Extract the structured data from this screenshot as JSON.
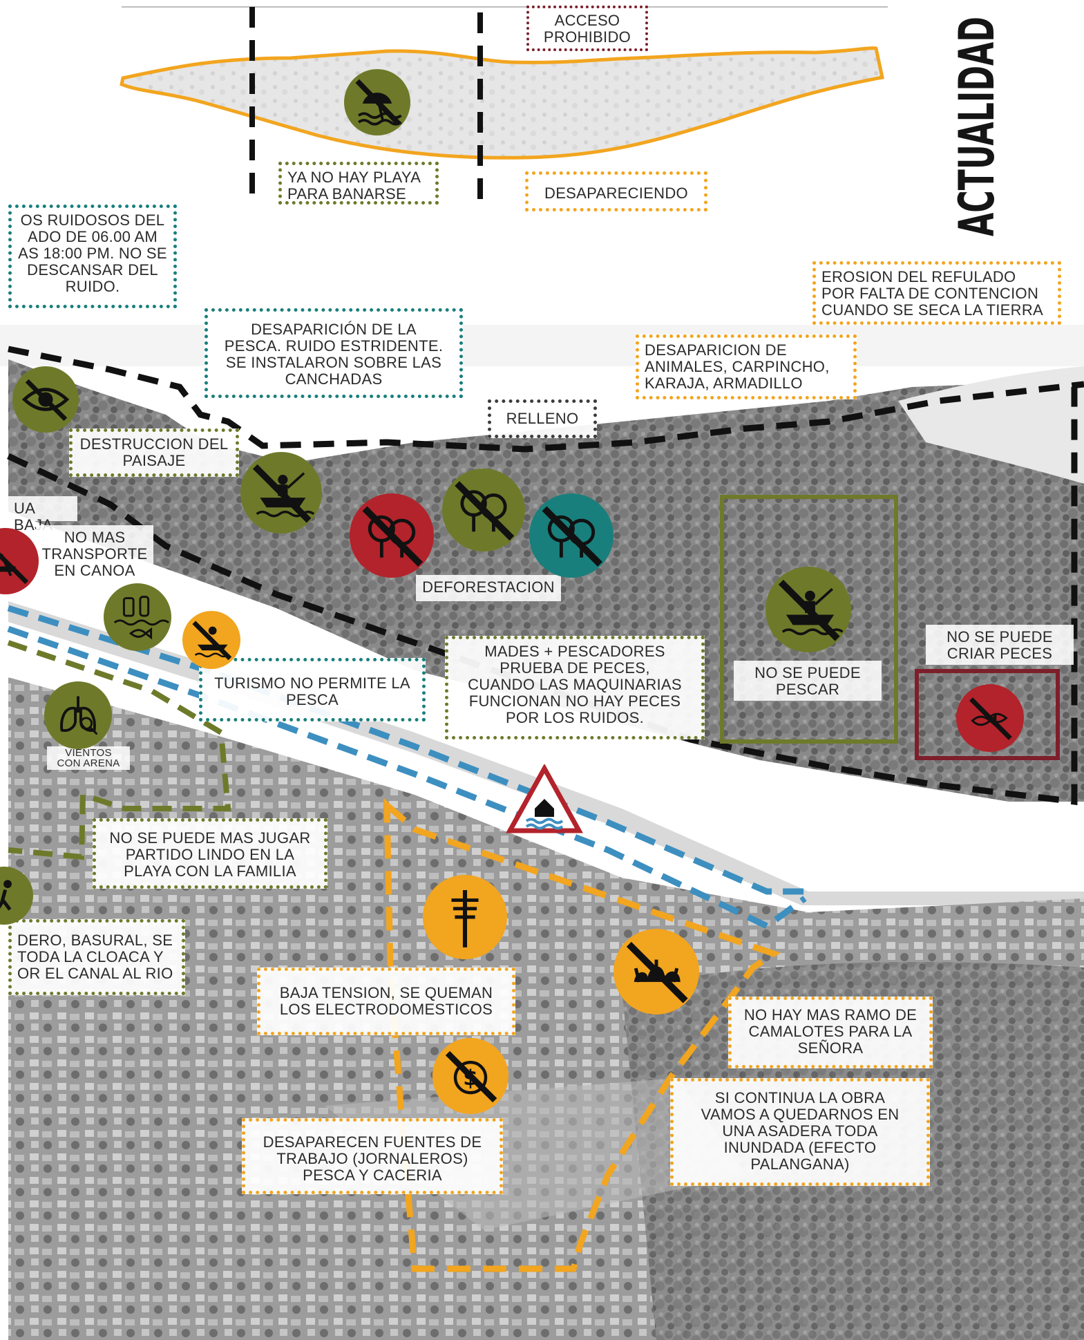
{
  "title": "ACTUALIDAD",
  "colors": {
    "olive": "#6e7a2a",
    "orange": "#f2a51f",
    "red": "#b3232b",
    "teal": "#197f7c",
    "dark_red": "#7d1f2a",
    "river_blue": "#3d8fc0",
    "black": "#111111"
  },
  "labels": {
    "acceso_prohibido": "ACCESO\nPROHIBIDO",
    "no_playa": "YA NO HAY PLAYA\nPARA BANARSE",
    "desapareciendo": "DESAPARECIENDO",
    "ruidosos": "OS RUIDOSOS DEL\nADO DE 06.00 AM\nAS 18:00 PM. NO SE\nDESCANSAR DEL\nRUIDO.",
    "erosion": "EROSION DEL REFULADO\nPOR FALTA DE CONTENCION\nCUANDO SE SECA LA TIERRA",
    "pesca_ruido": "DESAPARICIÓN DE LA\nPESCA. RUIDO ESTRIDENTE.\nSE INSTALARON SOBRE LAS\nCANCHADAS",
    "animales": "DESAPARICION DE\nANIMALES, CARPINCHO,\nKARAJA, ARMADILLO",
    "relleno": "RELLENO",
    "paisaje": "DESTRUCCION DEL\nPAISAJE",
    "ua_baja": "UA BAJA",
    "canoa": "NO MAS\nTRANSPORTE\nEN CANOA",
    "deforestacion": "DEFORESTACION",
    "mades": "MADES + PESCADORES\nPRUEBA DE PECES,\nCUANDO LAS MAQUINARIAS\nFUNCIONAN NO HAY PECES\nPOR LOS RUIDOS.",
    "no_pescar": "NO SE PUEDE\nPESCAR",
    "criar_peces": "NO SE PUEDE\nCRIAR PECES",
    "turismo": "TURISMO NO PERMITE LA\nPESCA",
    "vientos": "VIENTOS\nCON ARENA",
    "jugar": "NO SE PUEDE MAS JUGAR\nPARTIDO LINDO EN LA\nPLAYA CON LA FAMILIA",
    "basural": "DERO, BASURAL, SE\nTODA LA CLOACA Y\nOR EL CANAL AL RIO",
    "baja_tension": "BAJA TENSION, SE QUEMAN\nLOS ELECTRODOMESTICOS",
    "camalotes": "NO HAY MAS RAMO DE\nCAMALOTES PARA LA\nSEÑORA",
    "asadera": "SI CONTINUA LA OBRA\nVAMOS A QUEDARNOS EN\nUNA ASADERA TODA\nINUNDADA (EFECTO\nPALANGANA)",
    "trabajo": "DESAPARECEN FUENTES DE\nTRABAJO (JORNALEROS)\nPESCA Y CACERIA"
  },
  "icons": [
    {
      "name": "beach-umbrella-prohibited-icon",
      "color": "olive"
    },
    {
      "name": "eye-prohibited-icon",
      "color": "olive"
    },
    {
      "name": "fishing-boat-prohibited-icon",
      "color": "olive"
    },
    {
      "name": "trees-prohibited-icon",
      "color": "red"
    },
    {
      "name": "trees-prohibited-icon",
      "color": "olive"
    },
    {
      "name": "trees-prohibited-icon",
      "color": "teal"
    },
    {
      "name": "canoe-prohibited-icon",
      "color": "red"
    },
    {
      "name": "garbage-water-fish-icon",
      "color": "olive"
    },
    {
      "name": "fishing-prohibited-icon",
      "color": "orange"
    },
    {
      "name": "fishing-boat-prohibited-icon",
      "color": "olive"
    },
    {
      "name": "fish-prohibited-icon",
      "color": "red"
    },
    {
      "name": "lungs-icon",
      "color": "olive"
    },
    {
      "name": "flood-warning-icon",
      "color": "red"
    },
    {
      "name": "person-icon",
      "color": "olive"
    },
    {
      "name": "power-pole-icon",
      "color": "orange"
    },
    {
      "name": "water-hyacinth-prohibited-icon",
      "color": "orange"
    },
    {
      "name": "money-prohibited-icon",
      "color": "orange"
    }
  ]
}
